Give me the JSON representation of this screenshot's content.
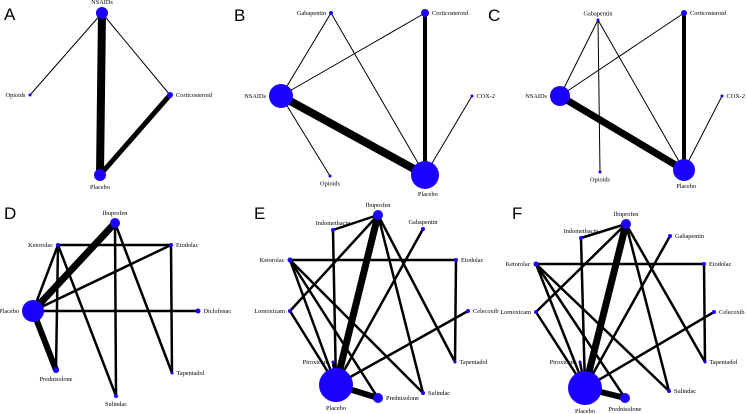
{
  "node_color": "#1c00ff",
  "edge_color": "#000000",
  "panels": [
    {
      "letter": "A",
      "nodes": [
        {
          "id": "nsaids",
          "label": "NSAIDs",
          "r": 6
        },
        {
          "id": "opioids",
          "label": "Opioids",
          "r": 1.5
        },
        {
          "id": "corticosteroid",
          "label": "Corticosteroid",
          "r": 3
        },
        {
          "id": "placebo",
          "label": "Placebo",
          "r": 6
        }
      ],
      "edges": [
        {
          "from": "nsaids",
          "to": "placebo",
          "w": 8
        },
        {
          "from": "nsaids",
          "to": "opioids",
          "w": 1
        },
        {
          "from": "nsaids",
          "to": "corticosteroid",
          "w": 1
        },
        {
          "from": "corticosteroid",
          "to": "placebo",
          "w": 5
        }
      ]
    },
    {
      "letter": "B",
      "nodes": [
        {
          "id": "gabapentin",
          "label": "Gabapentin",
          "r": 2
        },
        {
          "id": "corticosteroid",
          "label": "Corticosteroid",
          "r": 4
        },
        {
          "id": "nsaids",
          "label": "NSAIDs",
          "r": 12
        },
        {
          "id": "cox2",
          "label": "COX-2",
          "r": 1.5
        },
        {
          "id": "opioids",
          "label": "Opioids",
          "r": 1.5
        },
        {
          "id": "placebo",
          "label": "Placebo",
          "r": 14
        }
      ],
      "edges": [
        {
          "from": "nsaids",
          "to": "placebo",
          "w": 8
        },
        {
          "from": "corticosteroid",
          "to": "placebo",
          "w": 4
        },
        {
          "from": "gabapentin",
          "to": "nsaids",
          "w": 1
        },
        {
          "from": "gabapentin",
          "to": "placebo",
          "w": 1
        },
        {
          "from": "corticosteroid",
          "to": "nsaids",
          "w": 1
        },
        {
          "from": "nsaids",
          "to": "opioids",
          "w": 1
        },
        {
          "from": "cox2",
          "to": "placebo",
          "w": 1
        }
      ]
    },
    {
      "letter": "C",
      "nodes": [
        {
          "id": "gabapentin",
          "label": "Gabapentin",
          "r": 1.5
        },
        {
          "id": "corticosteroid",
          "label": "Corticosteroid",
          "r": 3
        },
        {
          "id": "nsaids",
          "label": "NSAIDs",
          "r": 10
        },
        {
          "id": "cox2",
          "label": "COX-2",
          "r": 1.5
        },
        {
          "id": "opioids",
          "label": "Opioids",
          "r": 1.5
        },
        {
          "id": "placebo",
          "label": "Placebo",
          "r": 11
        }
      ],
      "edges": [
        {
          "from": "nsaids",
          "to": "placebo",
          "w": 7
        },
        {
          "from": "corticosteroid",
          "to": "placebo",
          "w": 4
        },
        {
          "from": "gabapentin",
          "to": "nsaids",
          "w": 1
        },
        {
          "from": "gabapentin",
          "to": "placebo",
          "w": 1
        },
        {
          "from": "corticosteroid",
          "to": "nsaids",
          "w": 1
        },
        {
          "from": "gabapentin",
          "to": "opioids",
          "w": 1
        },
        {
          "from": "cox2",
          "to": "placebo",
          "w": 1
        }
      ]
    },
    {
      "letter": "D",
      "nodes": [
        {
          "id": "ibuprofen",
          "label": "Ibuprofen",
          "r": 5
        },
        {
          "id": "ketorolac",
          "label": "Ketorolac",
          "r": 2
        },
        {
          "id": "etodolac",
          "label": "Etodolac",
          "r": 2
        },
        {
          "id": "placebo",
          "label": "Placebo",
          "r": 11
        },
        {
          "id": "diclofenac",
          "label": "Diclofenac",
          "r": 2.5
        },
        {
          "id": "prednisolone",
          "label": "Prednisolone",
          "r": 3
        },
        {
          "id": "tapentadol",
          "label": "Tapentadol",
          "r": 1.5
        },
        {
          "id": "sulindac",
          "label": "Sulindac",
          "r": 2
        }
      ],
      "edges": [
        {
          "from": "placebo",
          "to": "ibuprofen",
          "w": 7
        },
        {
          "from": "placebo",
          "to": "prednisolone",
          "w": 6
        },
        {
          "from": "placebo",
          "to": "ketorolac",
          "w": 2.5
        },
        {
          "from": "placebo",
          "to": "diclofenac",
          "w": 2.5
        },
        {
          "from": "placebo",
          "to": "etodolac",
          "w": 2.5
        },
        {
          "from": "ketorolac",
          "to": "etodolac",
          "w": 2.5
        },
        {
          "from": "ibuprofen",
          "to": "sulindac",
          "w": 2.5
        },
        {
          "from": "ibuprofen",
          "to": "tapentadol",
          "w": 2.5
        },
        {
          "from": "ketorolac",
          "to": "prednisolone",
          "w": 2.5
        },
        {
          "from": "ketorolac",
          "to": "sulindac",
          "w": 2.5
        },
        {
          "from": "etodolac",
          "to": "tapentadol",
          "w": 2.5
        }
      ]
    },
    {
      "letter": "E",
      "nodes": [
        {
          "id": "ibuprofen",
          "label": "Ibuprofen",
          "r": 5
        },
        {
          "id": "indomethacin",
          "label": "Indomethacin",
          "r": 2
        },
        {
          "id": "gabapentin",
          "label": "Gabapentin",
          "r": 2
        },
        {
          "id": "ketorolac",
          "label": "Ketorolac",
          "r": 2.5
        },
        {
          "id": "etodolac",
          "label": "Etodolac",
          "r": 2
        },
        {
          "id": "lornoxicam",
          "label": "Lornoxicam",
          "r": 2
        },
        {
          "id": "celecoxib",
          "label": "Celecoxib",
          "r": 2
        },
        {
          "id": "piroxicam",
          "label": "Piroxicam",
          "r": 1.5
        },
        {
          "id": "tapentadol",
          "label": "Tapentadol",
          "r": 1.5
        },
        {
          "id": "sulindac",
          "label": "Sulindac",
          "r": 2
        },
        {
          "id": "placebo",
          "label": "Placebo",
          "r": 17
        },
        {
          "id": "prednisolone",
          "label": "Prednisolone",
          "r": 5
        }
      ],
      "edges": [
        {
          "from": "placebo",
          "to": "ibuprofen",
          "w": 7
        },
        {
          "from": "placebo",
          "to": "prednisolone",
          "w": 6
        },
        {
          "from": "ibuprofen",
          "to": "indomethacin",
          "w": 2.5
        },
        {
          "from": "indomethacin",
          "to": "placebo",
          "w": 2.5
        },
        {
          "from": "ibuprofen",
          "to": "sulindac",
          "w": 2.5
        },
        {
          "from": "ibuprofen",
          "to": "tapentadol",
          "w": 2.5
        },
        {
          "from": "gabapentin",
          "to": "placebo",
          "w": 2.5
        },
        {
          "from": "ketorolac",
          "to": "etodolac",
          "w": 2.5
        },
        {
          "from": "ketorolac",
          "to": "placebo",
          "w": 2.5
        },
        {
          "from": "ketorolac",
          "to": "prednisolone",
          "w": 2.5
        },
        {
          "from": "ketorolac",
          "to": "sulindac",
          "w": 2.5
        },
        {
          "from": "etodolac",
          "to": "tapentadol",
          "w": 2.5
        },
        {
          "from": "lornoxicam",
          "to": "ibuprofen",
          "w": 2.5
        },
        {
          "from": "lornoxicam",
          "to": "placebo",
          "w": 2.5
        },
        {
          "from": "celecoxib",
          "to": "placebo",
          "w": 2.5
        },
        {
          "from": "piroxicam",
          "to": "placebo",
          "w": 2.5
        }
      ]
    },
    {
      "letter": "F",
      "nodes": [
        {
          "id": "ibuprofen",
          "label": "Ibuprofen",
          "r": 5
        },
        {
          "id": "indomethacin",
          "label": "Indomethacin",
          "r": 2
        },
        {
          "id": "gabapentin",
          "label": "Gabapentin",
          "r": 2
        },
        {
          "id": "ketorolac",
          "label": "Ketorolac",
          "r": 2.5
        },
        {
          "id": "etodolac",
          "label": "Etodolac",
          "r": 2
        },
        {
          "id": "lornoxicam",
          "label": "Lornoxicam",
          "r": 2
        },
        {
          "id": "celecoxib",
          "label": "Celecoxib",
          "r": 2
        },
        {
          "id": "piroxicam",
          "label": "Piroxicam",
          "r": 1.5
        },
        {
          "id": "tapentadol",
          "label": "Tapentadol",
          "r": 1.5
        },
        {
          "id": "sulindac",
          "label": "Sulindac",
          "r": 2
        },
        {
          "id": "placebo",
          "label": "Placebo",
          "r": 17
        },
        {
          "id": "prednisolone",
          "label": "Prednisolone",
          "r": 5
        }
      ],
      "edges": [
        {
          "from": "placebo",
          "to": "ibuprofen",
          "w": 7
        },
        {
          "from": "placebo",
          "to": "prednisolone",
          "w": 6
        },
        {
          "from": "ibuprofen",
          "to": "indomethacin",
          "w": 2.5
        },
        {
          "from": "indomethacin",
          "to": "placebo",
          "w": 2.5
        },
        {
          "from": "ibuprofen",
          "to": "sulindac",
          "w": 2.5
        },
        {
          "from": "ibuprofen",
          "to": "tapentadol",
          "w": 2.5
        },
        {
          "from": "gabapentin",
          "to": "placebo",
          "w": 2.5
        },
        {
          "from": "ketorolac",
          "to": "etodolac",
          "w": 2.5
        },
        {
          "from": "ketorolac",
          "to": "placebo",
          "w": 2.5
        },
        {
          "from": "ketorolac",
          "to": "prednisolone",
          "w": 2.5
        },
        {
          "from": "ketorolac",
          "to": "sulindac",
          "w": 2.5
        },
        {
          "from": "etodolac",
          "to": "tapentadol",
          "w": 2.5
        },
        {
          "from": "lornoxicam",
          "to": "ibuprofen",
          "w": 2.5
        },
        {
          "from": "lornoxicam",
          "to": "placebo",
          "w": 2.5
        },
        {
          "from": "celecoxib",
          "to": "placebo",
          "w": 2.5
        },
        {
          "from": "piroxicam",
          "to": "placebo",
          "w": 2.5
        }
      ]
    }
  ]
}
